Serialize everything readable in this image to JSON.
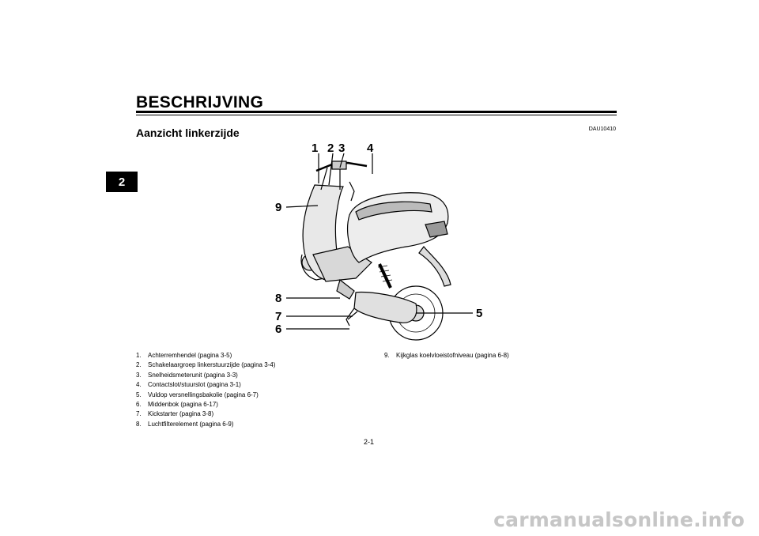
{
  "chapter_tab": "2",
  "page_title": "BESCHRIJVING",
  "doc_code": "DAU10410",
  "section_title": "Aanzicht linkerzijde",
  "callouts": [
    "1",
    "2",
    "3",
    "4",
    "5",
    "6",
    "7",
    "8",
    "9"
  ],
  "legend_left": [
    {
      "num": "1.",
      "text": "Achterremhendel (pagina 3-5)"
    },
    {
      "num": "2.",
      "text": "Schakelaargroep linkerstuurzijde (pagina 3-4)"
    },
    {
      "num": "3.",
      "text": "Snelheidsmeterunit (pagina 3-3)"
    },
    {
      "num": "4.",
      "text": "Contactslot/stuurslot (pagina 3-1)"
    },
    {
      "num": "5.",
      "text": "Vuldop versnellingsbakolie (pagina 6-7)"
    },
    {
      "num": "6.",
      "text": "Middenbok (pagina 6-17)"
    },
    {
      "num": "7.",
      "text": "Kickstarter (pagina 3-8)"
    },
    {
      "num": "8.",
      "text": "Luchtfilterelement (pagina 6-9)"
    }
  ],
  "legend_right": [
    {
      "num": "9.",
      "text": "Kijkglas koelvloeistofniveau (pagina 6-8)"
    }
  ],
  "page_number": "2-1",
  "watermark": "carmanualsonline.info"
}
